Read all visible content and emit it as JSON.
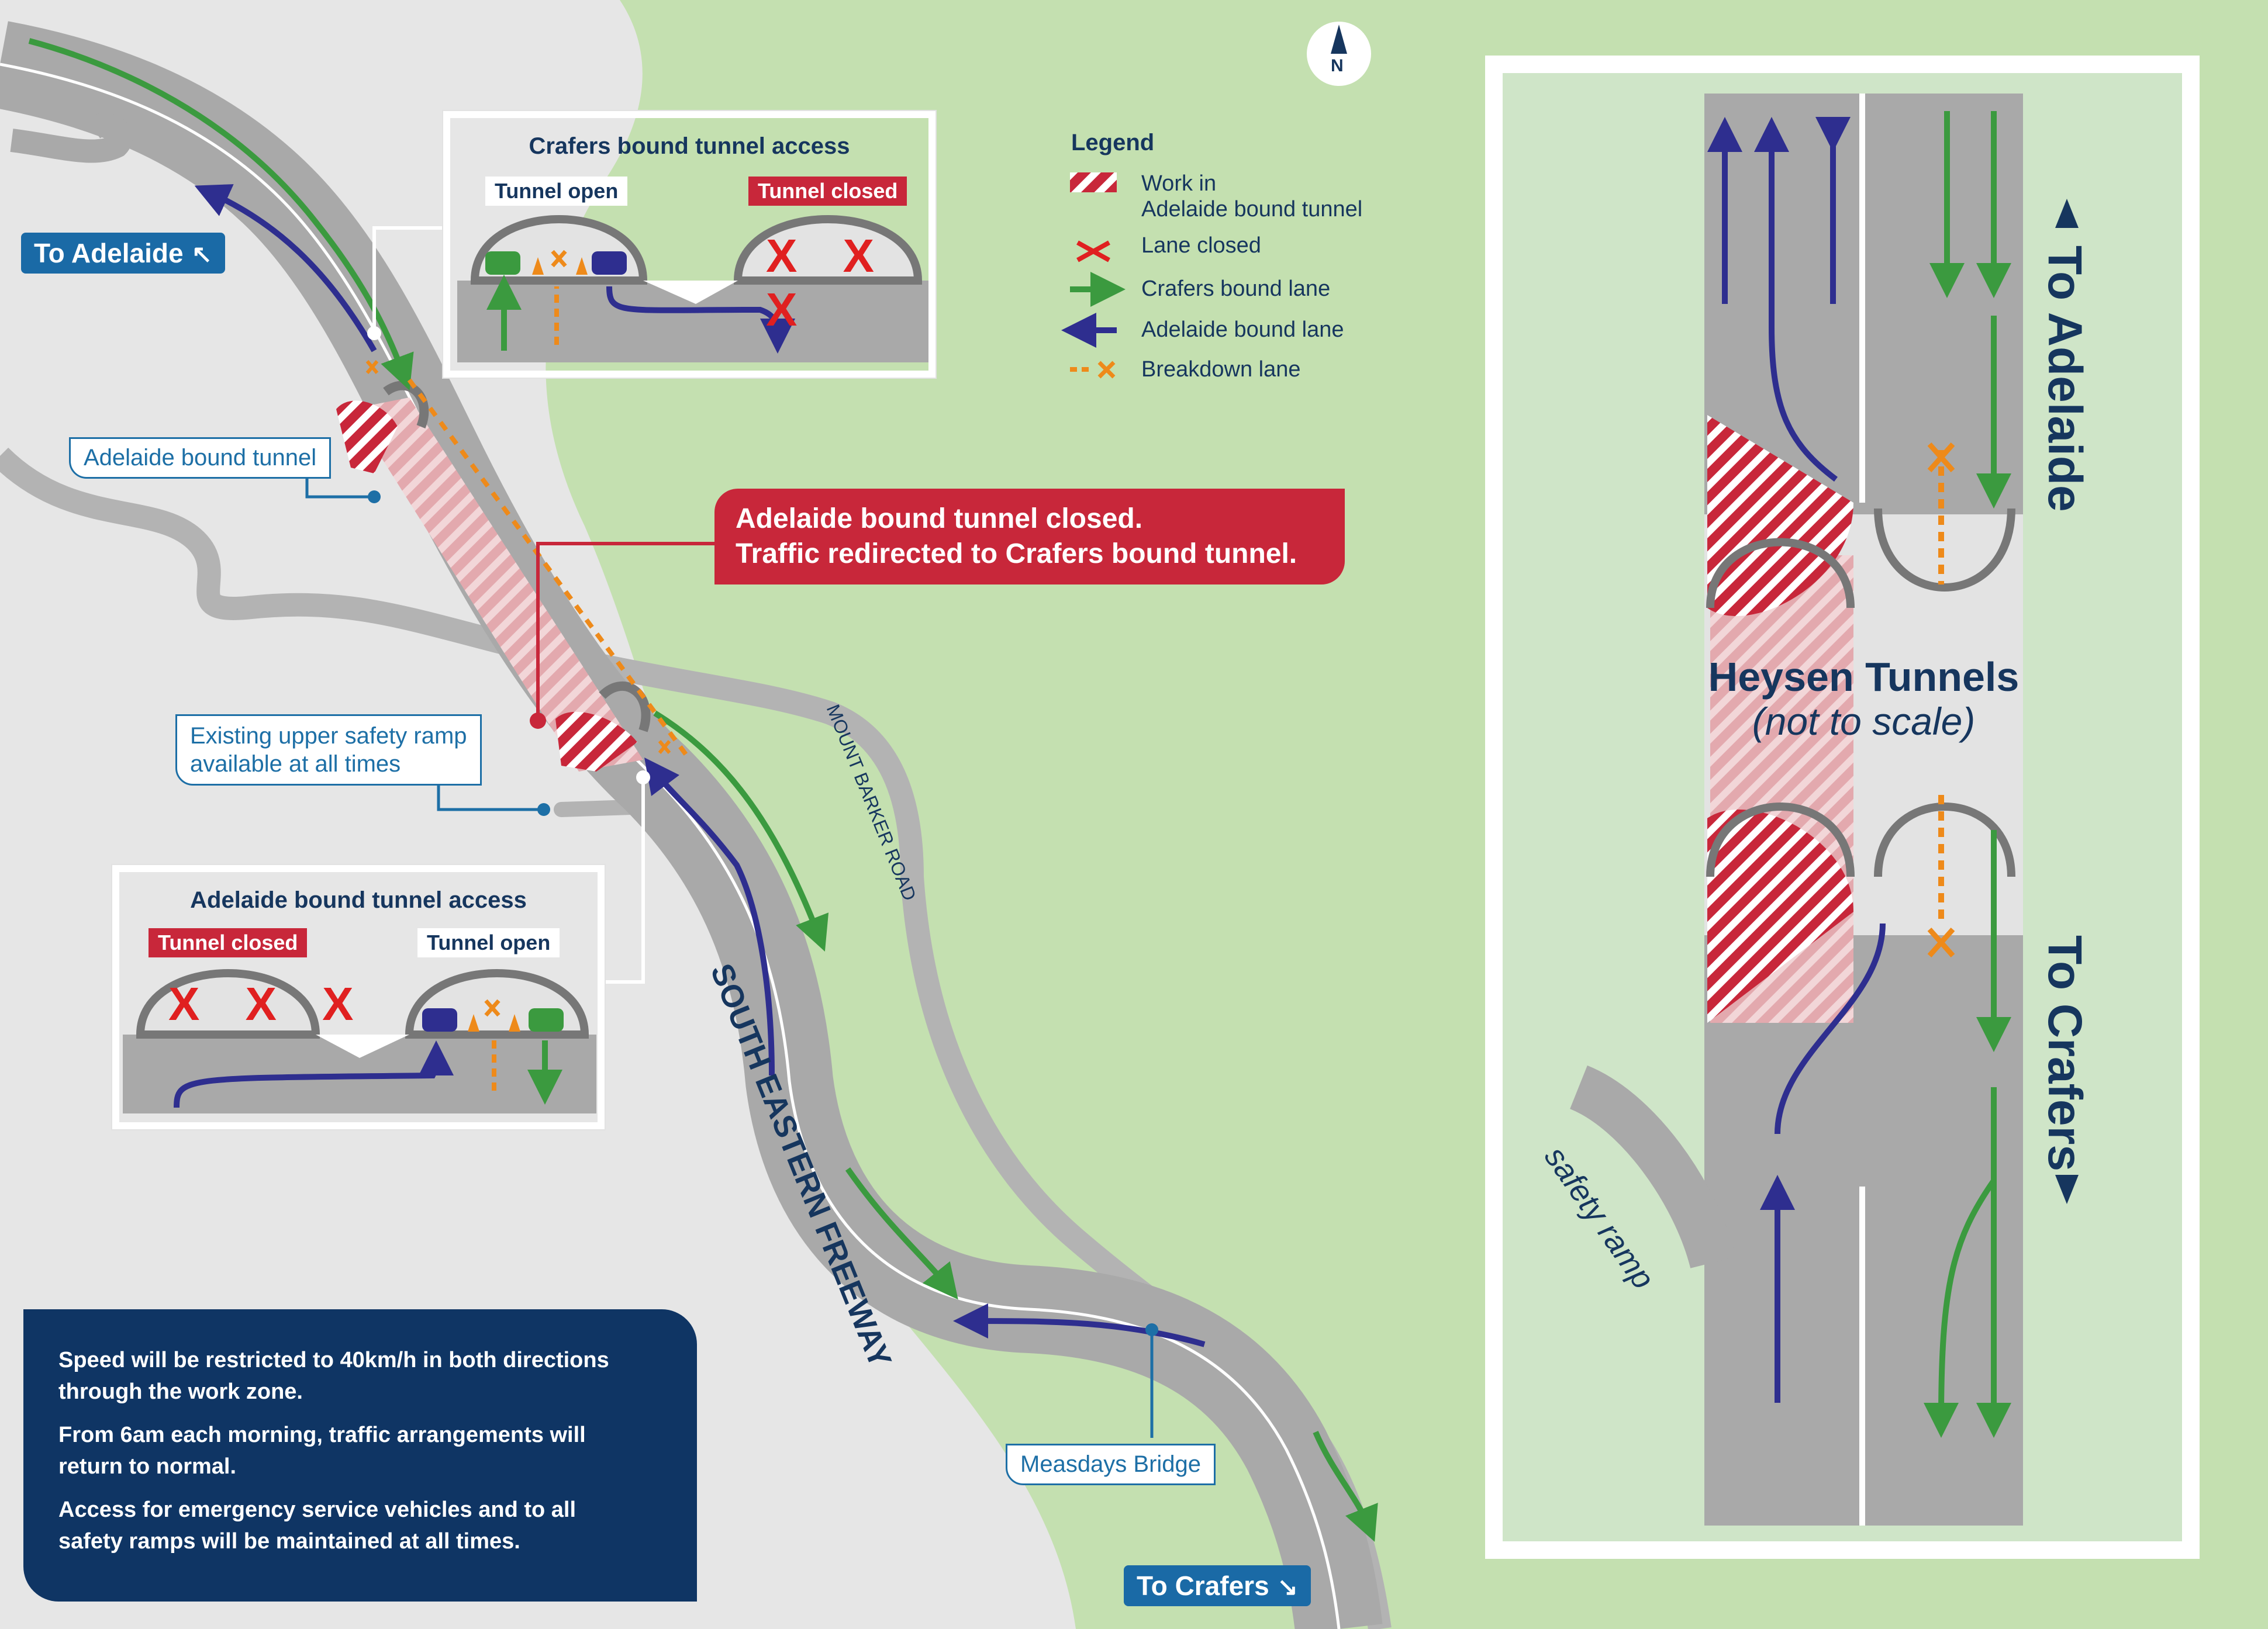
{
  "north_label": "N",
  "map_left": {
    "to_adelaide": "To Adelaide",
    "to_crafers": "To Crafers",
    "adelaide_bound_tunnel": "Adelaide bound tunnel",
    "upper_safety_ramp": [
      "Existing upper safety ramp",
      "available at all times"
    ],
    "measdays_bridge": "Measdays Bridge",
    "mount_barker_road": "MOUNT BARKER ROAD",
    "south_eastern_freeway": "SOUTH EASTERN FREEWAY",
    "closure_banner": [
      "Adelaide bound tunnel closed.",
      "Traffic redirected to Crafers bound tunnel."
    ]
  },
  "crafers_panel": {
    "title": "Crafers bound tunnel access",
    "tunnel_open": "Tunnel open",
    "tunnel_closed": "Tunnel closed",
    "closed_marks": "X X X"
  },
  "adelaide_panel": {
    "title": "Adelaide bound tunnel access",
    "tunnel_closed": "Tunnel closed",
    "tunnel_open": "Tunnel open",
    "closed_marks": "X X X"
  },
  "legend": {
    "title": "Legend",
    "items": [
      {
        "label": "Work in Adelaide bound tunnel",
        "lines": [
          "Work in",
          "Adelaide bound tunnel"
        ],
        "symbol": "hatch"
      },
      {
        "label": "Lane closed",
        "symbol": "red-x"
      },
      {
        "label": "Crafers bound lane",
        "symbol": "green-arrow"
      },
      {
        "label": "Adelaide bound lane",
        "symbol": "blue-arrow"
      },
      {
        "label": "Breakdown lane",
        "symbol": "orange-dashed-x"
      }
    ]
  },
  "info_box": {
    "paragraphs": [
      [
        "Speed will be restricted to 40km/h in both directions",
        "through the work zone."
      ],
      [
        "From 6am each morning, traffic arrangements will",
        "return to normal."
      ],
      [
        "Access for emergency service vehicles and to all",
        "safety ramps will be maintained at all times."
      ]
    ]
  },
  "schematic": {
    "title": "Heysen Tunnels",
    "subtitle": "(not to scale)",
    "to_adelaide": "To Adelaide",
    "to_crafers": "To Crafers",
    "safety_ramp": "safety ramp"
  },
  "colors": {
    "green_area": "#c4e0b0",
    "grey_area": "#e6e6e6",
    "road": "#a9a9a9",
    "crafers_bound": "#3b9a3f",
    "adelaide_bound": "#2e2e8f",
    "work_red": "#c8273a",
    "breakdown_orange": "#ee8a1a",
    "navy": "#16365e",
    "link_blue": "#1d6fa6"
  }
}
